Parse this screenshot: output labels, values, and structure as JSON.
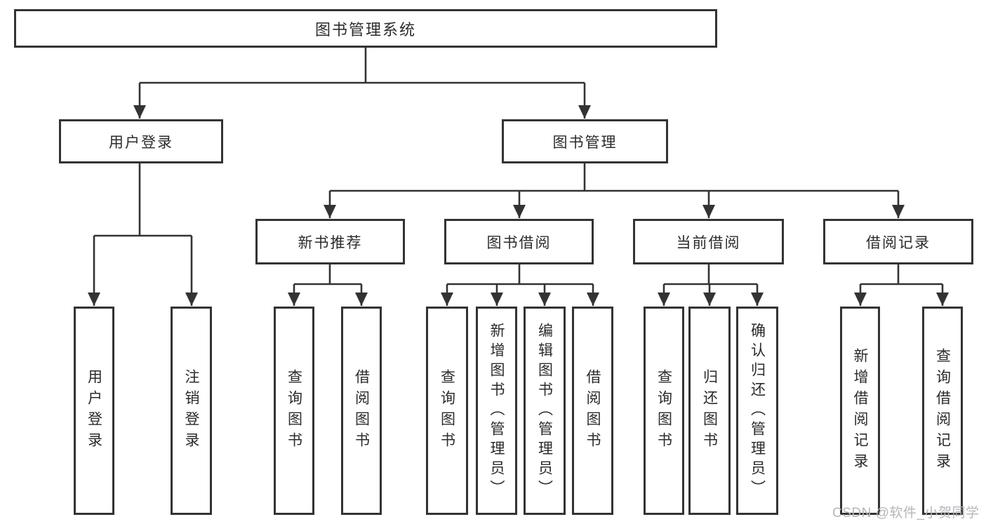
{
  "diagram": {
    "root": {
      "label": "图书管理系统"
    },
    "level2": [
      {
        "label": "用户登录",
        "children": [
          {
            "label": "用户登录"
          },
          {
            "label": "注销登录"
          }
        ]
      },
      {
        "label": "图书管理",
        "children": [
          {
            "label": "新书推荐",
            "children": [
              {
                "label": "查询图书"
              },
              {
                "label": "借阅图书"
              }
            ]
          },
          {
            "label": "图书借阅",
            "children": [
              {
                "label": "查询图书"
              },
              {
                "label": "新增图书（管理员）"
              },
              {
                "label": "编辑图书（管理员）"
              },
              {
                "label": "借阅图书"
              }
            ]
          },
          {
            "label": "当前借阅",
            "children": [
              {
                "label": "查询图书"
              },
              {
                "label": "归还图书"
              },
              {
                "label": "确认归还（管理员）"
              }
            ]
          },
          {
            "label": "借阅记录",
            "children": [
              {
                "label": "新增借阅记录"
              },
              {
                "label": "查询借阅记录"
              }
            ]
          }
        ]
      }
    ]
  },
  "watermark": {
    "text": "CSDN @软件_小贺同学"
  },
  "colors": {
    "line": "#333333",
    "border": "#333333",
    "text": "#2b2b2b",
    "background": "#ffffff",
    "watermark": "#b6b6bb"
  }
}
